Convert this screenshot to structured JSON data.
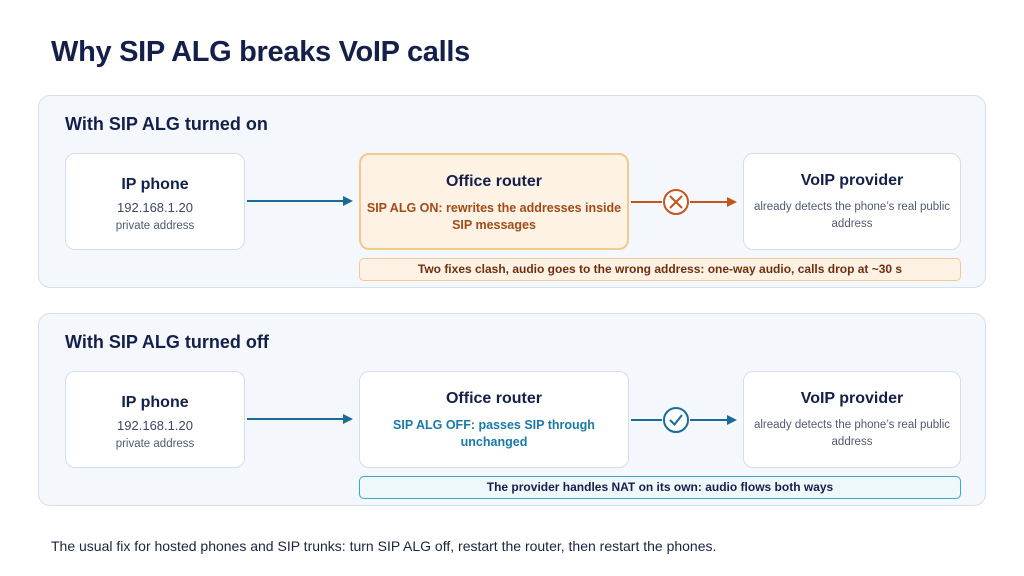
{
  "title": "Why SIP ALG breaks VoIP calls",
  "colors": {
    "alg_on_accent": "#c4561d",
    "alg_off_accent": "#1a79a8",
    "panel_bg": "#f4f8fc"
  },
  "panels": [
    {
      "heading": "With SIP ALG turned on",
      "phone": {
        "name": "IP phone",
        "ip": "192.168.1.20",
        "note": "private address"
      },
      "router": {
        "name": "Office router",
        "message": "SIP ALG ON: rewrites the addresses inside SIP messages"
      },
      "link_status_icon": "x-circle-icon",
      "provider": {
        "name": "VoIP provider",
        "note": "already detects the phone’s real public address"
      },
      "note": "Two fixes clash, audio goes to the wrong address: one-way audio, calls drop at ~30 s"
    },
    {
      "heading": "With SIP ALG turned off",
      "phone": {
        "name": "IP phone",
        "ip": "192.168.1.20",
        "note": "private address"
      },
      "router": {
        "name": "Office router",
        "message": "SIP ALG OFF: passes SIP through unchanged"
      },
      "link_status_icon": "check-circle-icon",
      "provider": {
        "name": "VoIP provider",
        "note": "already detects the phone’s real public address"
      },
      "note": "The provider handles NAT on its own: audio flows both ways"
    }
  ],
  "footer": "The usual fix for hosted phones and SIP trunks: turn SIP ALG off, restart the router, then restart the phones."
}
